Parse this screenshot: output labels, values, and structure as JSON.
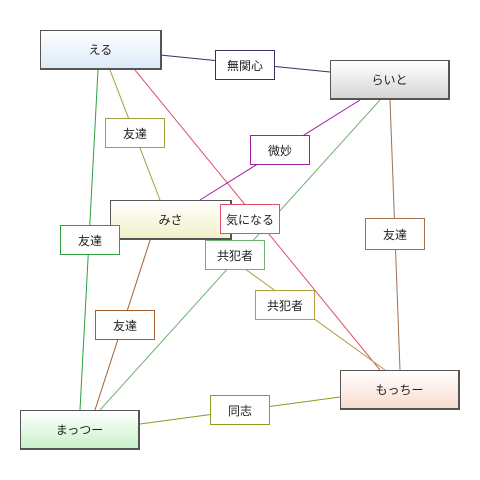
{
  "nodes": {
    "eru": {
      "label": "える"
    },
    "raito": {
      "label": "らいと"
    },
    "misa": {
      "label": "みさ"
    },
    "motch": {
      "label": "もっちー"
    },
    "mats": {
      "label": "まっつー"
    }
  },
  "edges": [
    {
      "from": "eru",
      "to": "raito",
      "label": "無関心",
      "color": "#333366"
    },
    {
      "from": "eru",
      "to": "misa",
      "label": "友達",
      "color": "#a0a040"
    },
    {
      "from": "eru",
      "to": "motch",
      "label": "気になる",
      "color": "#e05070"
    },
    {
      "from": "eru",
      "to": "mats",
      "label": "友達",
      "color": "#30a040"
    },
    {
      "from": "raito",
      "to": "misa",
      "label": "微妙",
      "color": "#a020a0"
    },
    {
      "from": "raito",
      "to": "mats",
      "label": "共犯者",
      "color": "#70b070"
    },
    {
      "from": "raito",
      "to": "motch",
      "label": "友達",
      "color": "#a07050"
    },
    {
      "from": "misa",
      "to": "mats",
      "label": "友達",
      "color": "#a06030"
    },
    {
      "from": "misa",
      "to": "motch",
      "label": "共犯者",
      "color": "#b0a040"
    },
    {
      "from": "mats",
      "to": "motch",
      "label": "同志",
      "color": "#8a9a20"
    }
  ]
}
